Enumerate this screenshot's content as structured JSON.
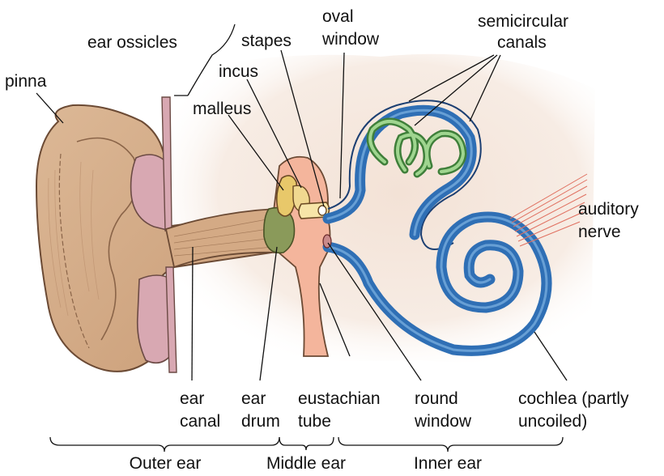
{
  "labels": {
    "ear_ossicles": "ear ossicles",
    "pinna": "pinna",
    "stapes": "stapes",
    "oval_window_1": "oval",
    "oval_window_2": "window",
    "semicircular_canals_1": "semicircular",
    "semicircular_canals_2": "canals",
    "incus": "incus",
    "malleus": "malleus",
    "auditory_nerve_1": "auditory",
    "auditory_nerve_2": "nerve",
    "ear_canal_1": "ear",
    "ear_canal_2": "canal",
    "ear_drum_1": "ear",
    "ear_drum_2": "drum",
    "eustachian_tube_1": "eustachian",
    "eustachian_tube_2": "tube",
    "round_window_1": "round",
    "round_window_2": "window",
    "cochlea_1": "cochlea (partly",
    "cochlea_2": "uncoiled)"
  },
  "regions": {
    "outer": "Outer ear",
    "middle": "Middle ear",
    "inner": "Inner ear"
  },
  "colors": {
    "pinna_fill": "#d9b48f",
    "pinna_inner": "#c9a07a",
    "cartilage": "#d8a8b2",
    "middle_ear": "#f4b59c",
    "ear_drum": "#8a9a5a",
    "ossicle": "#e8c86a",
    "cochlea_blue": "#2f6fb5",
    "canal_green": "#6db56a",
    "nerve": "#e07060",
    "background_wash": "#f4e6dc"
  }
}
